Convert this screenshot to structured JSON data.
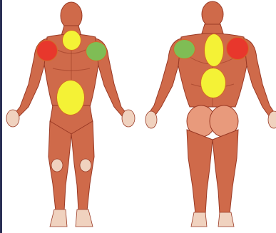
{
  "diagram": {
    "views": [
      {
        "name": "front"
      },
      {
        "name": "back"
      }
    ],
    "marker_colors": {
      "red": "#e8372c",
      "yellow": "#f4f236",
      "green": "#7fbd55",
      "outline": "#d36a2a"
    },
    "skin_colors": {
      "muscle": "#cf6a4a",
      "muscle_light": "#e89a7c",
      "muscle_dark": "#9a3a25",
      "tendon": "#f0d2bf"
    },
    "markers": [
      {
        "id": "front-chest",
        "color": "yellow"
      },
      {
        "id": "front-right-shoulder",
        "color": "red"
      },
      {
        "id": "front-left-shoulder",
        "color": "green"
      },
      {
        "id": "front-abdomen",
        "color": "yellow"
      },
      {
        "id": "back-left-shoulder",
        "color": "green"
      },
      {
        "id": "back-upper-spine",
        "color": "yellow"
      },
      {
        "id": "back-right-shoulder",
        "color": "red"
      },
      {
        "id": "back-lower-spine",
        "color": "yellow"
      }
    ]
  }
}
